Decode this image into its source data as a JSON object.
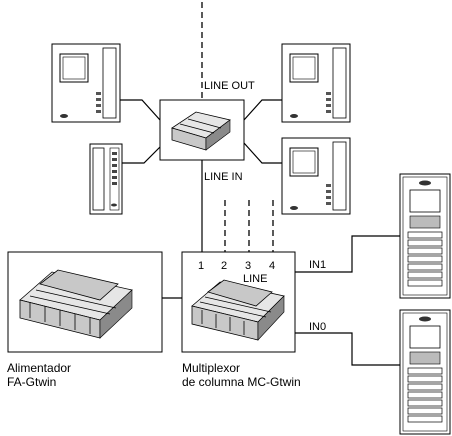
{
  "labels": {
    "line_out": "LINE OUT",
    "line_in": "LINE IN",
    "line": "LINE",
    "terminals": [
      "1",
      "2",
      "3",
      "4"
    ],
    "in1": "IN1",
    "in0": "IN0"
  },
  "captions": {
    "power_supply": [
      "Alimentador",
      "FA-Gtwin"
    ],
    "multiplexer": [
      "Multiplexor",
      "de columna MC-Gtwin"
    ]
  }
}
